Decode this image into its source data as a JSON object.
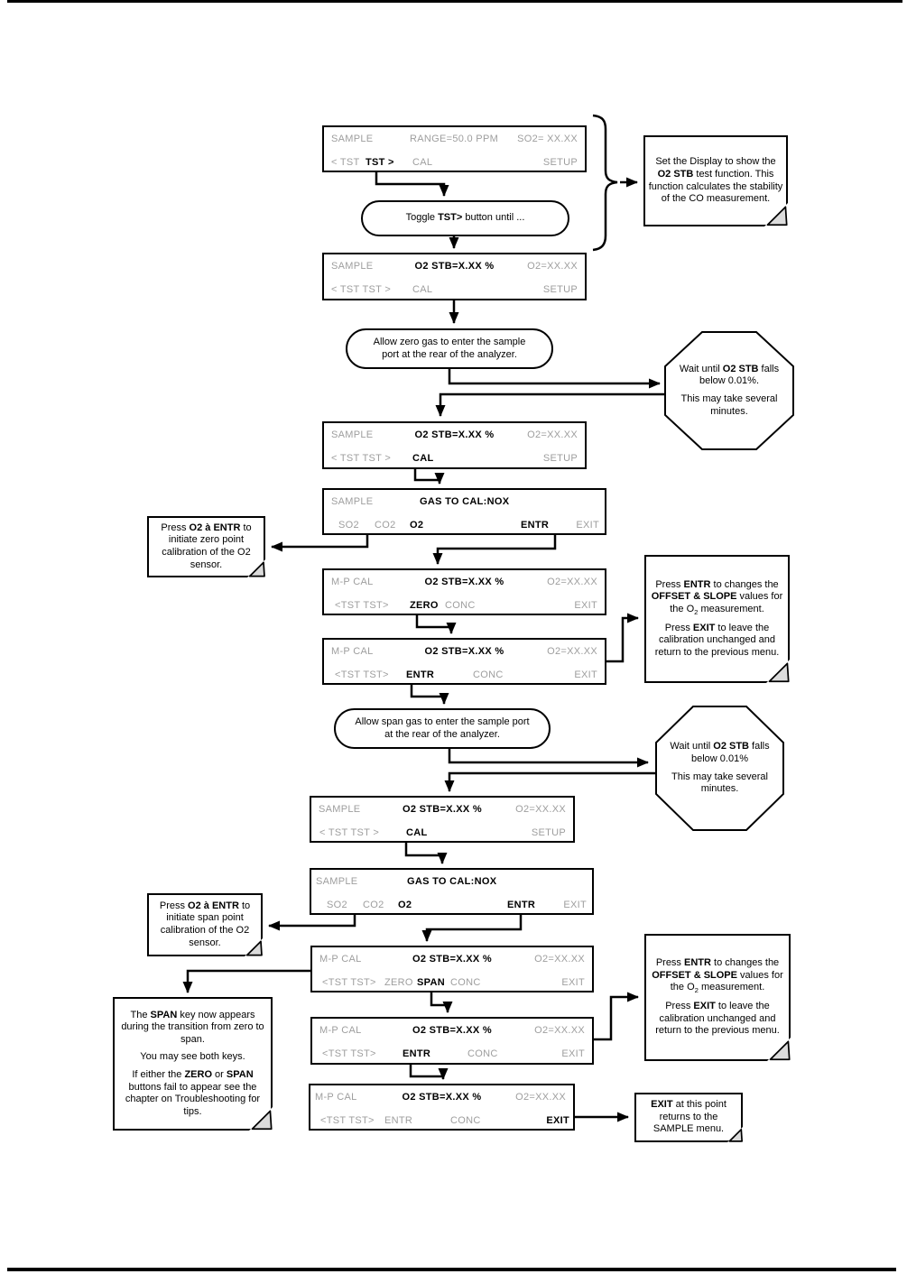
{
  "screens": {
    "s1": {
      "mode": "SAMPLE",
      "center": "RANGE=50.0 PPM",
      "right": "SO2= XX.XX",
      "tst_left": "< TST",
      "tst_right": "TST >",
      "cal": "CAL",
      "setup": "SETUP"
    },
    "s2": {
      "mode": "SAMPLE",
      "center": "O2 STB=X.XX %",
      "right": "O2=XX.XX",
      "tst": "< TST  TST >",
      "cal": "CAL",
      "setup": "SETUP"
    },
    "s3": {
      "mode": "SAMPLE",
      "center": "O2 STB=X.XX %",
      "right": "O2=XX.XX",
      "tst": "< TST  TST >",
      "cal": "CAL",
      "setup": "SETUP"
    },
    "s4": {
      "mode": "SAMPLE",
      "center": "GAS TO CAL:NOX",
      "so2": "SO2",
      "co2": "CO2",
      "o2": "O2",
      "entr": "ENTR",
      "exit": "EXIT"
    },
    "s5": {
      "mode": "M-P CAL",
      "center": "O2 STB=X.XX %",
      "right": "O2=XX.XX",
      "tst": "<TST  TST>",
      "zero": "ZERO",
      "conc": "CONC",
      "exit": "EXIT"
    },
    "s6": {
      "mode": "M-P CAL",
      "center": "O2 STB=X.XX %",
      "right": "O2=XX.XX",
      "tst": "<TST  TST>",
      "entr": "ENTR",
      "conc": "CONC",
      "exit": "EXIT"
    },
    "s7": {
      "mode": "SAMPLE",
      "center": "O2 STB=X.XX %",
      "right": "O2=XX.XX",
      "tst": "< TST  TST >",
      "cal": "CAL",
      "setup": "SETUP"
    },
    "s8": {
      "mode": "SAMPLE",
      "center": "GAS TO CAL:NOX",
      "so2": "SO2",
      "co2": "CO2",
      "o2": "O2",
      "entr": "ENTR",
      "exit": "EXIT"
    },
    "s9": {
      "mode": "M-P CAL",
      "center": "O2 STB=X.XX %",
      "right": "O2=XX.XX",
      "tst": "<TST TST>",
      "zero": "ZERO",
      "span": "SPAN",
      "conc": "CONC",
      "exit": "EXIT"
    },
    "s10": {
      "mode": "M-P CAL",
      "center": "O2 STB=X.XX %",
      "right": "O2=XX.XX",
      "tst": "<TST TST>",
      "entr": "ENTR",
      "conc": "CONC",
      "exit": "EXIT"
    },
    "s11": {
      "mode": "M-P CAL",
      "center": "O2 STB=X.XX %",
      "right": "O2=XX.XX",
      "tst": "<TST TST>",
      "entr": "ENTR",
      "conc": "CONC",
      "exit": "EXIT"
    }
  },
  "pills": {
    "toggle": [
      {
        "t": "Toggle "
      },
      {
        "t": "TST>",
        "b": true
      },
      {
        "t": " button until ..."
      }
    ],
    "zero_gas": [
      {
        "t": "Allow zero gas to enter the sample port at the rear of the analyzer."
      }
    ],
    "span_gas": [
      {
        "t": "Allow span gas to enter the sample port at the rear of the analyzer."
      }
    ]
  },
  "octagons": {
    "o1": {
      "p1": [
        {
          "t": "Wait until "
        },
        {
          "t": "O2 STB",
          "b": true
        },
        {
          "t": " falls below 0.01%."
        }
      ],
      "p2": [
        {
          "t": "This may take several minutes."
        }
      ]
    },
    "o2": {
      "p1": [
        {
          "t": "Wait until "
        },
        {
          "t": "O2 STB",
          "b": true
        },
        {
          "t": " falls below 0.01%"
        }
      ],
      "p2": [
        {
          "t": "This may take several minutes."
        }
      ]
    }
  },
  "notes": {
    "n1": {
      "p1": [
        {
          "t": "Set the Display to show the "
        },
        {
          "t": "O2 STB",
          "b": true
        },
        {
          "t": " test function. This function calculates the stability of the CO measurement."
        }
      ]
    },
    "n2": {
      "p1": [
        {
          "t": "Press "
        },
        {
          "t": "ENTR",
          "b": true
        },
        {
          "t": " to changes the "
        },
        {
          "t": "OFFSET & SLOPE",
          "b": true
        },
        {
          "t": " values for the O"
        },
        {
          "t": "2",
          "sub": true
        },
        {
          "t": " measurement."
        }
      ],
      "p2": [
        {
          "t": "Press "
        },
        {
          "t": "EXIT",
          "b": true
        },
        {
          "t": " to leave the calibration unchanged and return to the previous menu."
        }
      ]
    },
    "n3": {
      "p1": [
        {
          "t": "Press "
        },
        {
          "t": "O2 à ENTR",
          "b": true
        },
        {
          "t": " to initiate zero point calibration of the O2 sensor."
        }
      ]
    },
    "n4": {
      "p1": [
        {
          "t": "Press "
        },
        {
          "t": "O2 à ENTR",
          "b": true
        },
        {
          "t": " to initiate span point calibration of the O2 sensor."
        }
      ]
    },
    "n5": {
      "p1": [
        {
          "t": "The "
        },
        {
          "t": "SPAN",
          "b": true
        },
        {
          "t": " key now appears during the transition from zero to span."
        }
      ],
      "p2": [
        {
          "t": "You may see both keys."
        }
      ],
      "p3": [
        {
          "t": "If either the "
        },
        {
          "t": "ZERO",
          "b": true
        },
        {
          "t": " or "
        },
        {
          "t": "SPAN",
          "b": true
        },
        {
          "t": " buttons fail to appear see the chapter on Troubleshooting for tips."
        }
      ]
    },
    "n6": {
      "p1": [
        {
          "t": "Press "
        },
        {
          "t": "ENTR",
          "b": true
        },
        {
          "t": " to changes the "
        },
        {
          "t": "OFFSET & SLOPE",
          "b": true
        },
        {
          "t": " values for the O"
        },
        {
          "t": "2",
          "sub": true
        },
        {
          "t": " measurement."
        }
      ],
      "p2": [
        {
          "t": "Press "
        },
        {
          "t": "EXIT",
          "b": true
        },
        {
          "t": " to leave the calibration unchanged and return to the previous menu."
        }
      ]
    },
    "n7": {
      "p1": [
        {
          "t": "EXIT",
          "b": true
        },
        {
          "t": " at this point returns to the SAMPLE menu."
        }
      ]
    }
  },
  "colors": {
    "screen_text_gray": "#9e9e9e",
    "ink": "#000000",
    "fold_gray": "#dcdcdc"
  }
}
